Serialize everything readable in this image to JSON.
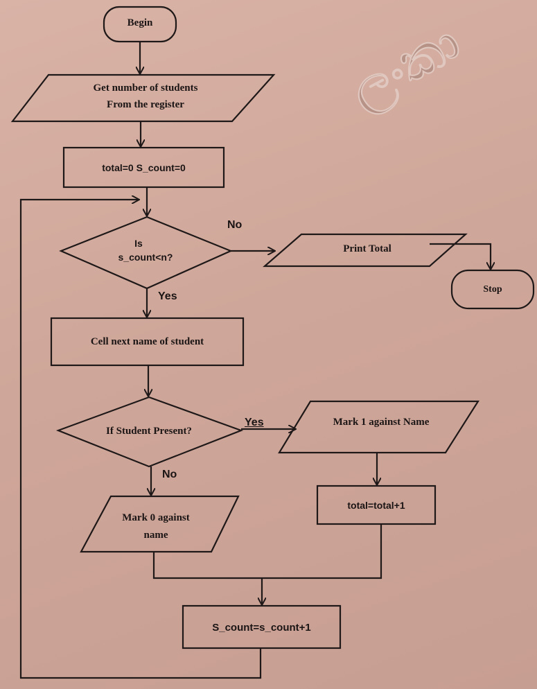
{
  "watermark": {
    "text": "ලංකා"
  },
  "flowchart": {
    "begin": "Begin",
    "input_students_line1": "Get number of students",
    "input_students_line2": "From the register",
    "init": "total=0   S_count=0",
    "decision_count_line1": "Is",
    "decision_count_line2": "s_count<n?",
    "decision_count_no": "No",
    "decision_count_yes": "Yes",
    "print_total": "Print Total",
    "stop": "Stop",
    "call_next": "Cell next name of student",
    "decision_present": "If Student Present?",
    "decision_present_yes": "Yes",
    "decision_present_no": "No",
    "mark_one": "Mark 1 against Name",
    "total_increment": "total=total+1",
    "mark_zero_line1": "Mark 0 against",
    "mark_zero_line2": "name",
    "count_increment": "S_count=s_count+1"
  }
}
